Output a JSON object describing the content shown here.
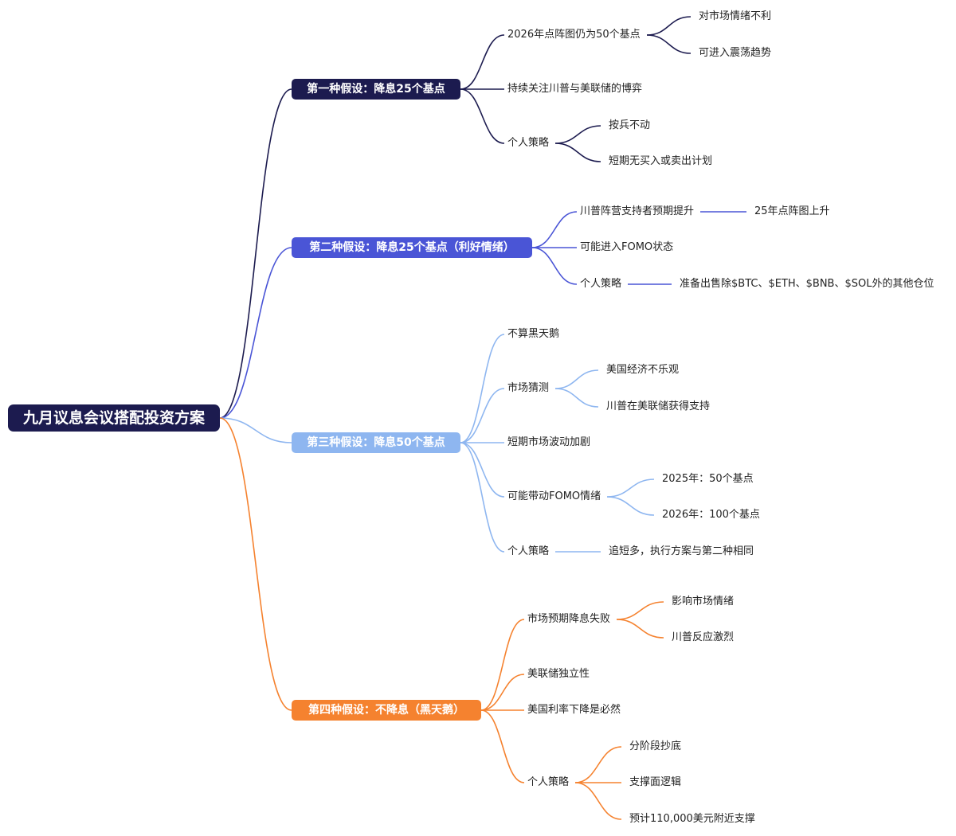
{
  "root": {
    "label": "九月议息会议搭配投资方案",
    "color": "#1c1b4f"
  },
  "branches": [
    {
      "label": "第一种假设：降息25个基点",
      "color": "#1c1b4f",
      "children": [
        {
          "label": "2026年点阵图仍为50个基点",
          "children": [
            {
              "label": "对市场情绪不利"
            },
            {
              "label": "可进入震荡趋势"
            }
          ]
        },
        {
          "label": "持续关注川普与美联储的博弈"
        },
        {
          "label": "个人策略",
          "children": [
            {
              "label": "按兵不动"
            },
            {
              "label": "短期无买入或卖出计划"
            }
          ]
        }
      ]
    },
    {
      "label": "第二种假设：降息25个基点（利好情绪）",
      "color": "#4a55d6",
      "children": [
        {
          "label": "川普阵营支持者预期提升",
          "children": [
            {
              "label": "25年点阵图上升"
            }
          ]
        },
        {
          "label": "可能进入FOMO状态"
        },
        {
          "label": "个人策略",
          "children": [
            {
              "label": "准备出售除$BTC、$ETH、$BNB、$SOL外的其他仓位"
            }
          ]
        }
      ]
    },
    {
      "label": "第三种假设：降息50个基点",
      "color": "#8eb6f0",
      "children": [
        {
          "label": "不算黑天鹅"
        },
        {
          "label": "市场猜测",
          "children": [
            {
              "label": "美国经济不乐观"
            },
            {
              "label": "川普在美联储获得支持"
            }
          ]
        },
        {
          "label": "短期市场波动加剧"
        },
        {
          "label": "可能带动FOMO情绪",
          "children": [
            {
              "label": "2025年：50个基点"
            },
            {
              "label": "2026年：100个基点"
            }
          ]
        },
        {
          "label": "个人策略",
          "children": [
            {
              "label": "追短多，执行方案与第二种相同"
            }
          ]
        }
      ]
    },
    {
      "label": "第四种假设：不降息（黑天鹅）",
      "color": "#f5822f",
      "children": [
        {
          "label": "市场预期降息失败",
          "children": [
            {
              "label": "影响市场情绪"
            },
            {
              "label": "川普反应激烈"
            }
          ]
        },
        {
          "label": "美联储独立性"
        },
        {
          "label": "美国利率下降是必然"
        },
        {
          "label": "个人策略",
          "children": [
            {
              "label": "分阶段抄底"
            },
            {
              "label": "支撑面逻辑"
            },
            {
              "label": "预计110,000美元附近支撑"
            }
          ]
        }
      ]
    }
  ]
}
